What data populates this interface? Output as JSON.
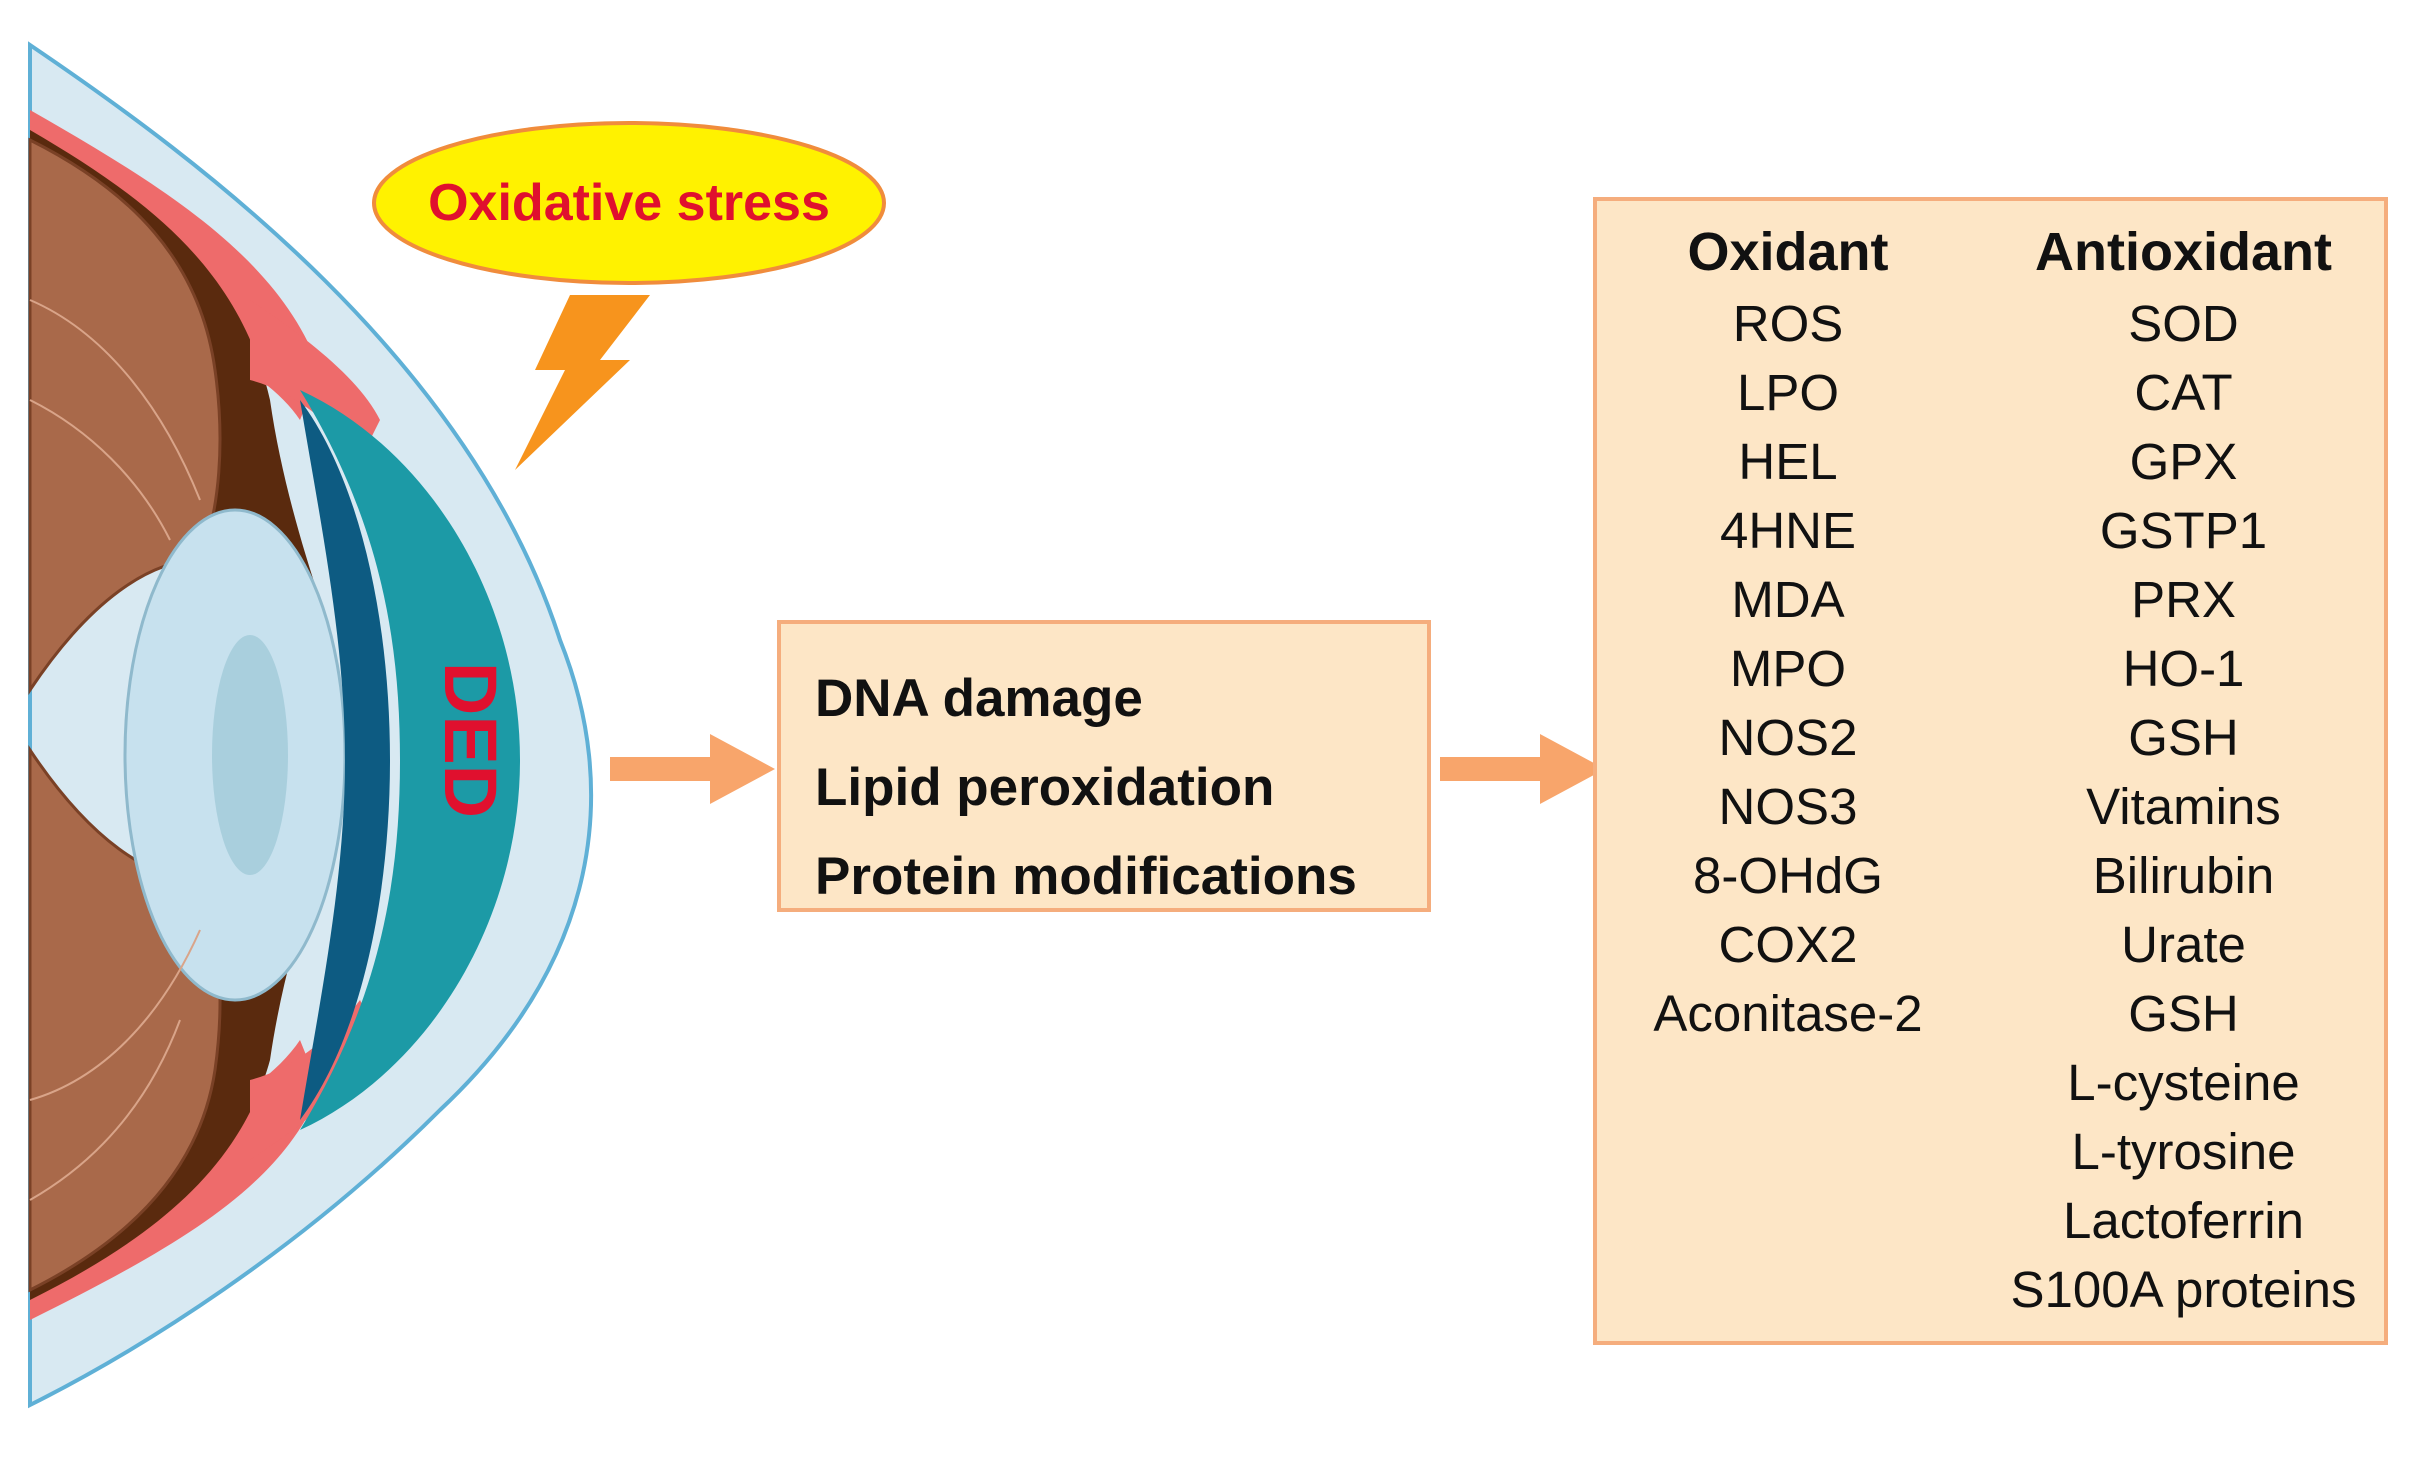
{
  "stress_label": "Oxidative stress",
  "disease_label": "DED",
  "effects": [
    "DNA damage",
    "Lipid peroxidation",
    "Protein modifications"
  ],
  "markers": {
    "oxidant_header": "Oxidant",
    "antioxidant_header": "Antioxidant",
    "oxidants": [
      "ROS",
      "LPO",
      "HEL",
      "4HNE",
      "MDA",
      "MPO",
      "NOS2",
      "NOS3",
      "8-OHdG",
      "COX2",
      "Aconitase-2"
    ],
    "antioxidants": [
      "SOD",
      "CAT",
      "GPX",
      "GSTP1",
      "PRX",
      "HO-1",
      "GSH",
      "Vitamins",
      "Bilirubin",
      "Urate",
      "GSH",
      "L-cysteine",
      "L-tyrosine",
      "Lactoferrin",
      "S100A proteins"
    ]
  },
  "colors": {
    "bubble_fill": "#fff200",
    "bubble_stroke": "#f08c3c",
    "text_red": "#e0102e",
    "box_fill": "#fde6c6",
    "box_border": "#f5ad7d",
    "arrow": "#f8a56b",
    "lightning": "#f7941d",
    "cornea_outer": "#d8e9f2",
    "tear_red": "#ee6b6b",
    "iris_dark": "#5a2a0e",
    "muscle_brown": "#a9694a",
    "lens": "#c7e1ee",
    "teal": "#1c9aa6",
    "teal_dark": "#0d5b82"
  }
}
